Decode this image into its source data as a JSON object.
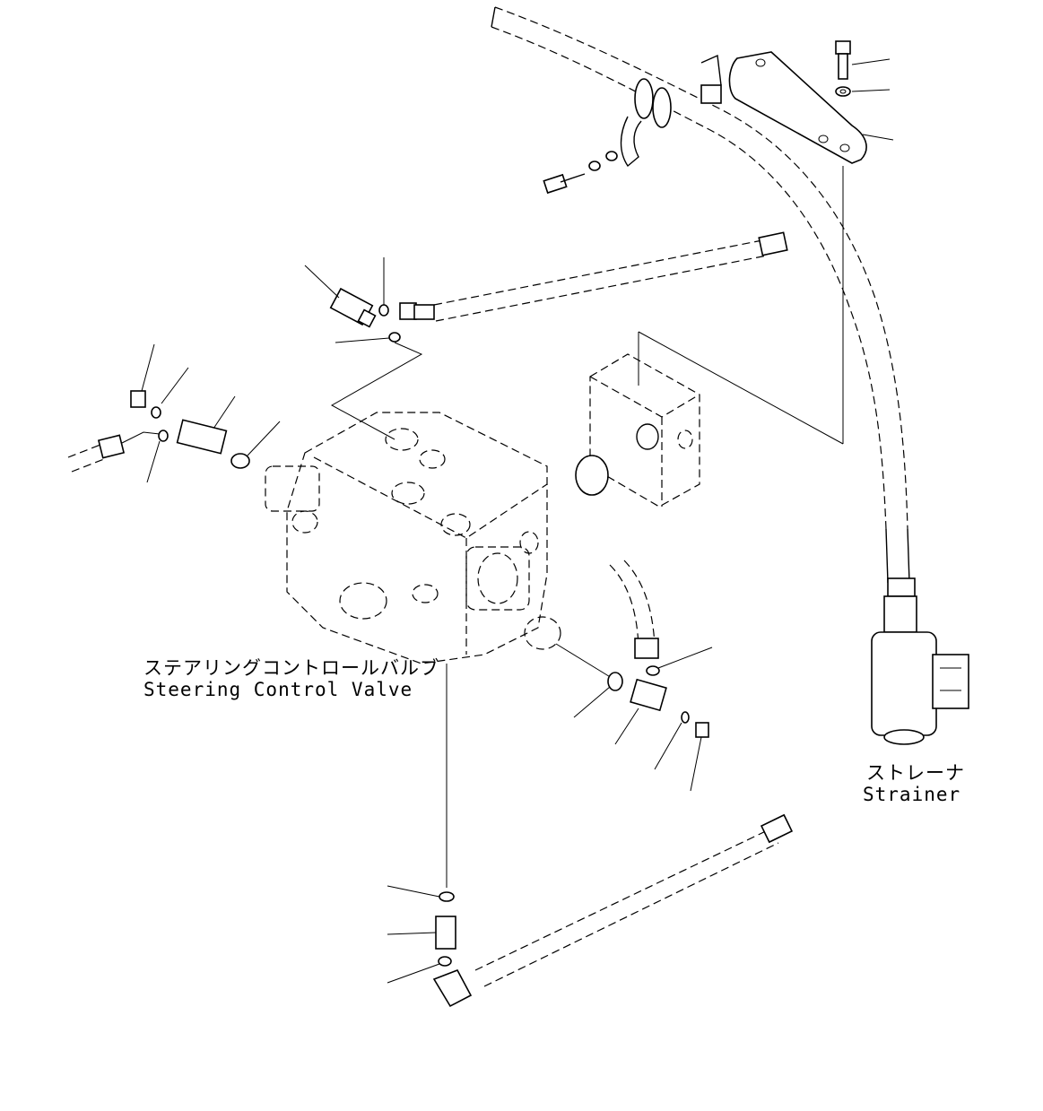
{
  "labels": {
    "steering_valve_jp": "ステアリングコントロールバルブ",
    "steering_valve_en": "Steering Control Valve",
    "strainer_jp": "ストレーナ",
    "strainer_en": "Strainer"
  },
  "colors": {
    "line": "#000000",
    "background": "#ffffff"
  },
  "icons": [
    "bolt-icon",
    "washer-icon",
    "o-ring-icon",
    "elbow-fitting-icon",
    "hose-icon",
    "pressure-switch-icon",
    "bracket-icon"
  ]
}
